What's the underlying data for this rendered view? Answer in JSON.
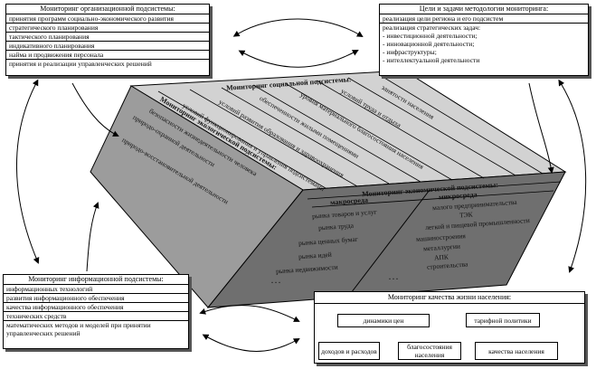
{
  "org_box": {
    "title": "Мониторинг организационной подсистемы:",
    "items": [
      "принятия программ социально-экономического развития",
      "стратегического планирования",
      "тактического планирования",
      "индикативного планирования",
      "найма и продвижения персонала",
      "принятия и реализации управленческих решений"
    ]
  },
  "goals_box": {
    "title": "Цели и задачи методологии мониторинга:",
    "lines": [
      "реализация цели региона и его подсистем",
      "реализация стратегических задач:",
      "- инвестиционной деятельности;",
      "- инновационной деятельности;",
      "- инфраструктуры;",
      "- интеллектуальной деятельности"
    ]
  },
  "info_box": {
    "title": "Мониторинг информационной подсистемы:",
    "items": [
      "информационных технологий",
      "развития информационного обеспечения",
      "качества информационного обеспечения",
      "технических средств",
      "математических методов и моделей при принятии управленческих решений"
    ]
  },
  "quality_box": {
    "title": "Мониторинг качества жизни населения:",
    "nodes": {
      "prices": "динамики цен",
      "tariff": "тарифной политики",
      "income": "доходов и расходов",
      "welfare": "благосостояния населения",
      "quality": "качества населения"
    }
  },
  "social_face": {
    "title": "Мониторинг социальной подсистемы:",
    "columns": [
      "безопасности жизнедеятельности человека",
      "условий функционирования и управления подсистемами",
      "условий развития образования и здравоохранения",
      "обеспеченности жилыми помещениями",
      "уровня материального благосостояния населения",
      "условий труда и отдыха",
      "занятости населения"
    ]
  },
  "eco_face": {
    "title": "Мониторинг экологической подсистемы:",
    "lines": [
      "природо-охранной деятельности",
      "природо-восстановительной деятельности"
    ]
  },
  "econ_face": {
    "title": "Мониторинг экономической подсистемы:",
    "macro": "макросреда",
    "micro": "микросреда",
    "macro_items": [
      "рынка товаров и услуг",
      "рынка труда",
      "рынка ценных бумаг",
      "рынка идей",
      "рынка недвижимости"
    ],
    "micro_items": [
      "малого предпринимательства",
      "ТЭК",
      "легкой и пищевой промышленности",
      "машиностроения",
      "металлургии",
      "АПК",
      "строительства"
    ],
    "ellipsis": ". . ."
  },
  "colors": {
    "face_light": "#d2d2d2",
    "face_mid": "#9c9c9c",
    "face_dark": "#6f6f6f"
  }
}
